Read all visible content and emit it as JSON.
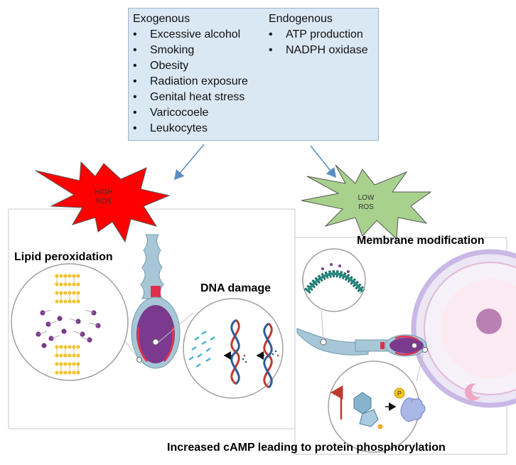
{
  "causes": {
    "exogenous_title": "Exogenous",
    "exogenous": [
      "Excessive alcohol",
      "Smoking",
      "Obesity",
      "Radiation exposure",
      "Genital heat stress",
      "Varicocoele",
      "Leukocytes"
    ],
    "endogenous_title": "Endogenous",
    "endogenous": [
      "ATP production",
      "NADPH oxidase"
    ]
  },
  "high_ros": {
    "line1": "HIGH",
    "line2": "ROS",
    "color": "#ff0000"
  },
  "low_ros": {
    "line1": "LOW",
    "line2": "ROS",
    "color": "#a9d18e"
  },
  "labels": {
    "lipid": "Lipid peroxidation",
    "dna": "DNA damage",
    "membrane": "Membrane modification",
    "camp": "Increased cAMP leading to protein phosphorylation"
  },
  "phosphate_symbol": "P",
  "colors": {
    "box_fill": "#dae8f4",
    "arrow": "#5b8ec4",
    "sperm_body": "#a7c7d6",
    "sperm_head": "#7b3a8e",
    "strand_red": "#c0392b",
    "strand_blue": "#2e5b9a"
  }
}
